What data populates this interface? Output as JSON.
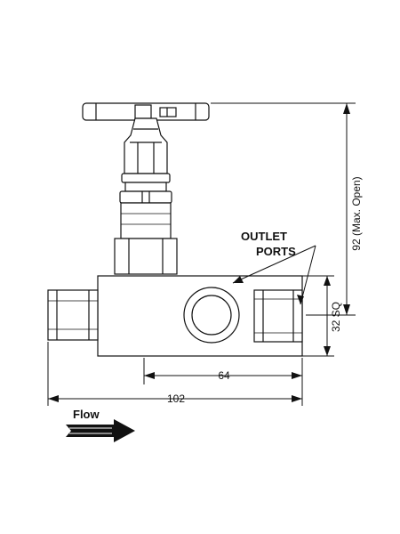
{
  "labels": {
    "outlet_line1": "OUTLET",
    "outlet_line2": "PORTS",
    "dim_height": "92 (Max. Open)",
    "dim_square": "32 SQ",
    "dim_64": "64",
    "dim_102": "102",
    "flow": "Flow"
  },
  "colors": {
    "line": "#111111",
    "background": "#ffffff"
  }
}
